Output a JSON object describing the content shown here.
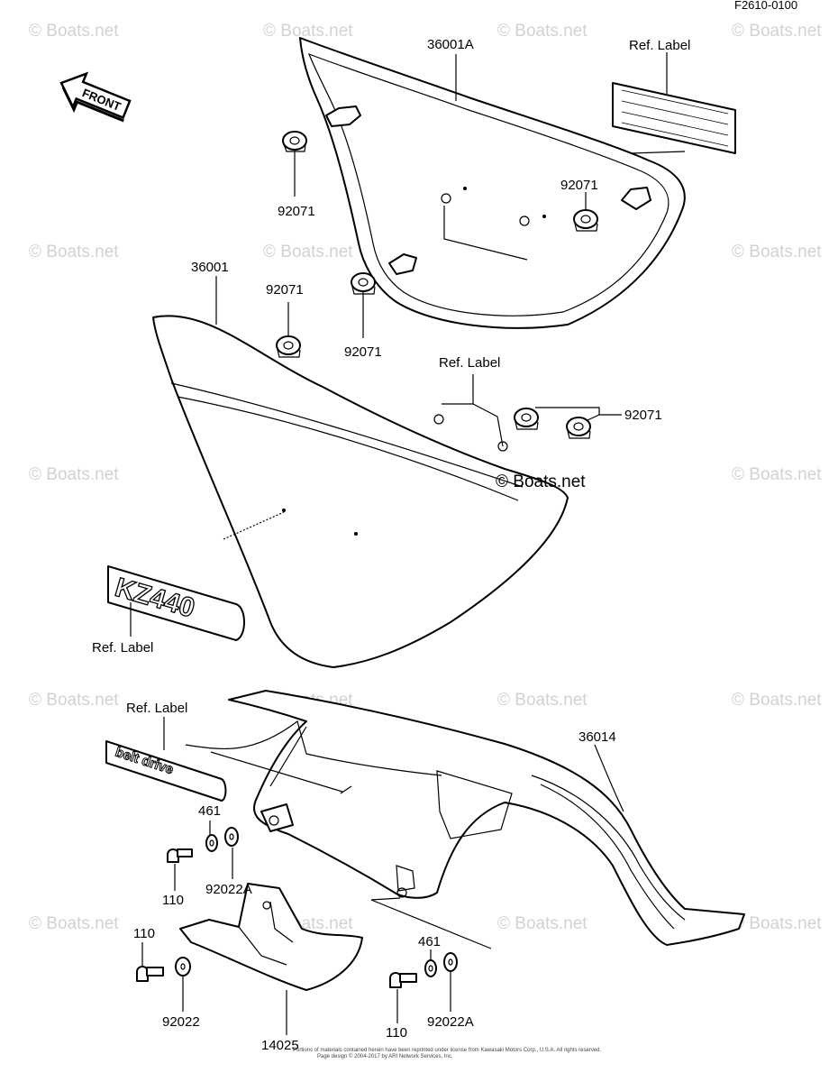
{
  "diagram_code": "F2610-0100",
  "watermark_text": "© Boats.net",
  "front_arrow_text": "FRONT",
  "emblem_text": "KZ440",
  "belt_badge_text": "belt drive",
  "labels": {
    "p36001A": "36001A",
    "p36001": "36001",
    "p36014": "36014",
    "p14025": "14025",
    "grommet_top_left": "92071",
    "grommet_top_right": "92071",
    "grommet_mid_left": "92071",
    "grommet_mid_center": "92071",
    "grommet_right": "92071",
    "ref_label_top": "Ref.  Label",
    "ref_label_mid": "Ref.  Label",
    "ref_label_emblem": "Ref.  Label",
    "ref_label_belt": "Ref.  Label",
    "p461_left": "461",
    "p110_left": "110",
    "p92022A_left": "92022A",
    "p110_bottom_left": "110",
    "p92022_bottom": "92022",
    "p461_right": "461",
    "p110_right": "110",
    "p92022A_right": "92022A"
  },
  "copyright_line1": "Portions of materials contained herein have been reprinted under license from Kawasaki Motors Corp., U.S.A. All rights reserved.",
  "copyright_line2": "Page design © 2004-2017 by ARI Network Services, Inc."
}
